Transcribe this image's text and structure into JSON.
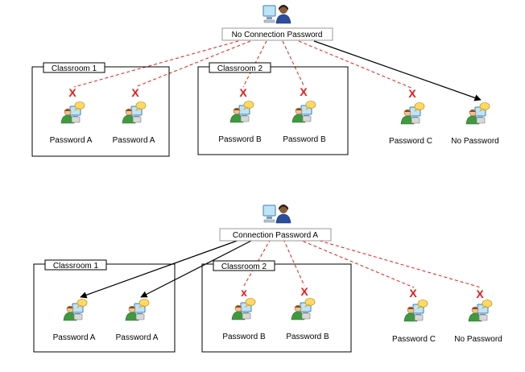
{
  "top_diagram": {
    "teacher_label": "No Connection Password",
    "classroom_1": "Classroom 1",
    "classroom_2": "Classroom 2",
    "students": [
      "Password A",
      "Password A",
      "Password B",
      "Password B",
      "Password C",
      "No Password"
    ],
    "blocked_marks": [
      "X",
      "X",
      "X",
      "X",
      "X"
    ]
  },
  "bottom_diagram": {
    "teacher_label": "Connection Password A",
    "classroom_1": "Classroom 1",
    "classroom_2": "Classroom 2",
    "students": [
      "Password A",
      "Password A",
      "Password B",
      "Password B",
      "Password C",
      "No Password"
    ],
    "blocked_marks": [
      "x",
      "X",
      "X",
      "X"
    ]
  },
  "colors": {
    "blocked_line": "#e8191a",
    "connected_line": "#000000"
  },
  "icons": {
    "teacher": "teacher-computer-icon",
    "student": "student-computer-icon"
  }
}
